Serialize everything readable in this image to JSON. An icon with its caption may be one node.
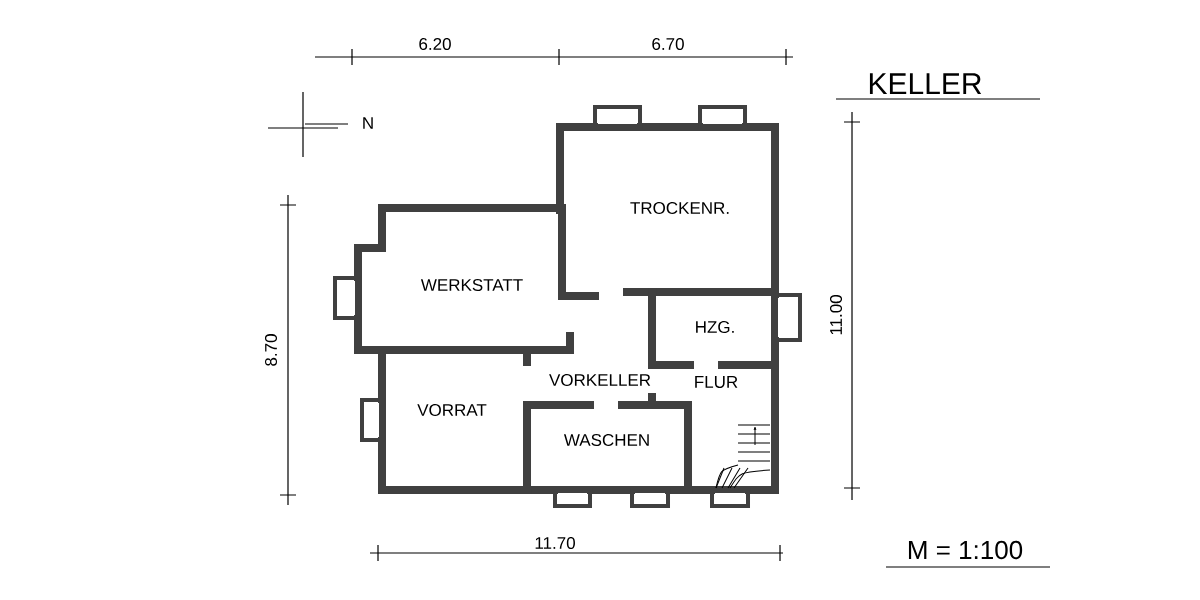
{
  "diagram": {
    "title": "KELLER",
    "labels": [
      "6.20",
      "6.70",
      "N",
      "TROCKENR.",
      "WERKSTATT",
      "HZG.",
      "8.70",
      "11.00",
      "VORKELLER",
      "FLUR",
      "VORRAT",
      "WASCHEN",
      "11.70",
      "M = 1:100"
    ]
  }
}
